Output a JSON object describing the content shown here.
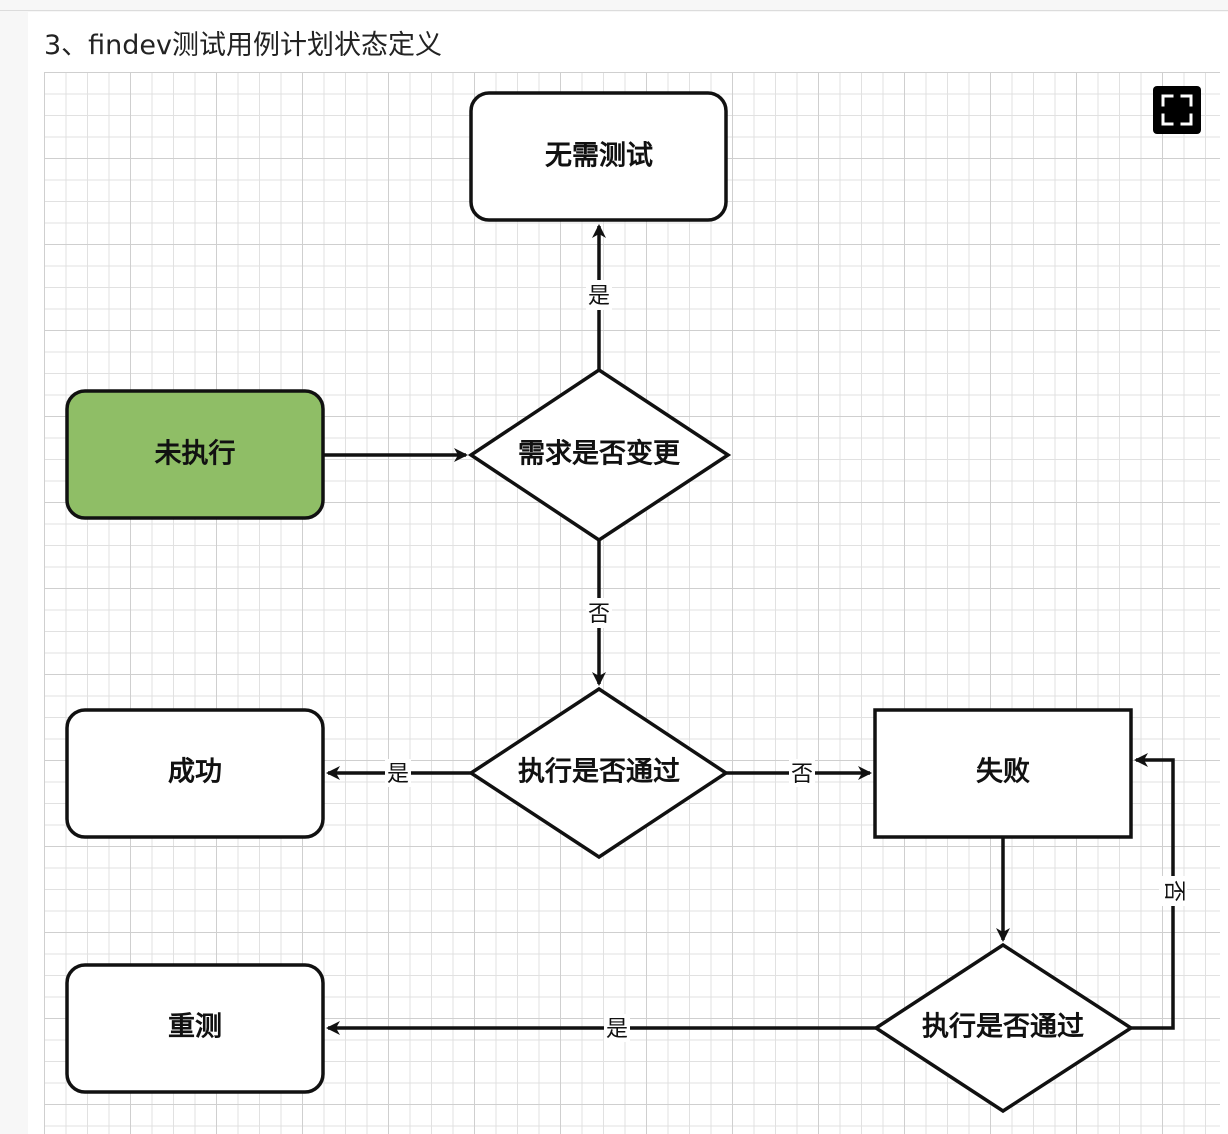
{
  "header": {
    "title": "3、findev测试用例计划状态定义"
  },
  "toolbar": {
    "fullscreen_icon": "fullscreen-icon"
  },
  "diagram": {
    "nodes": {
      "not_needed": "无需测试",
      "not_executed": "未执行",
      "req_changed": "需求是否变更",
      "success": "成功",
      "exec_passed_1": "执行是否通过",
      "failed": "失败",
      "retest": "重测",
      "exec_passed_2": "执行是否通过"
    },
    "edges": {
      "req_changed_yes": "是",
      "req_changed_no": "否",
      "exec1_yes": "是",
      "exec1_no": "否",
      "exec2_yes": "是",
      "exec2_no": "否"
    },
    "colors": {
      "start_fill": "#8fbe66",
      "node_fill": "#ffffff",
      "stroke": "#111111"
    }
  }
}
